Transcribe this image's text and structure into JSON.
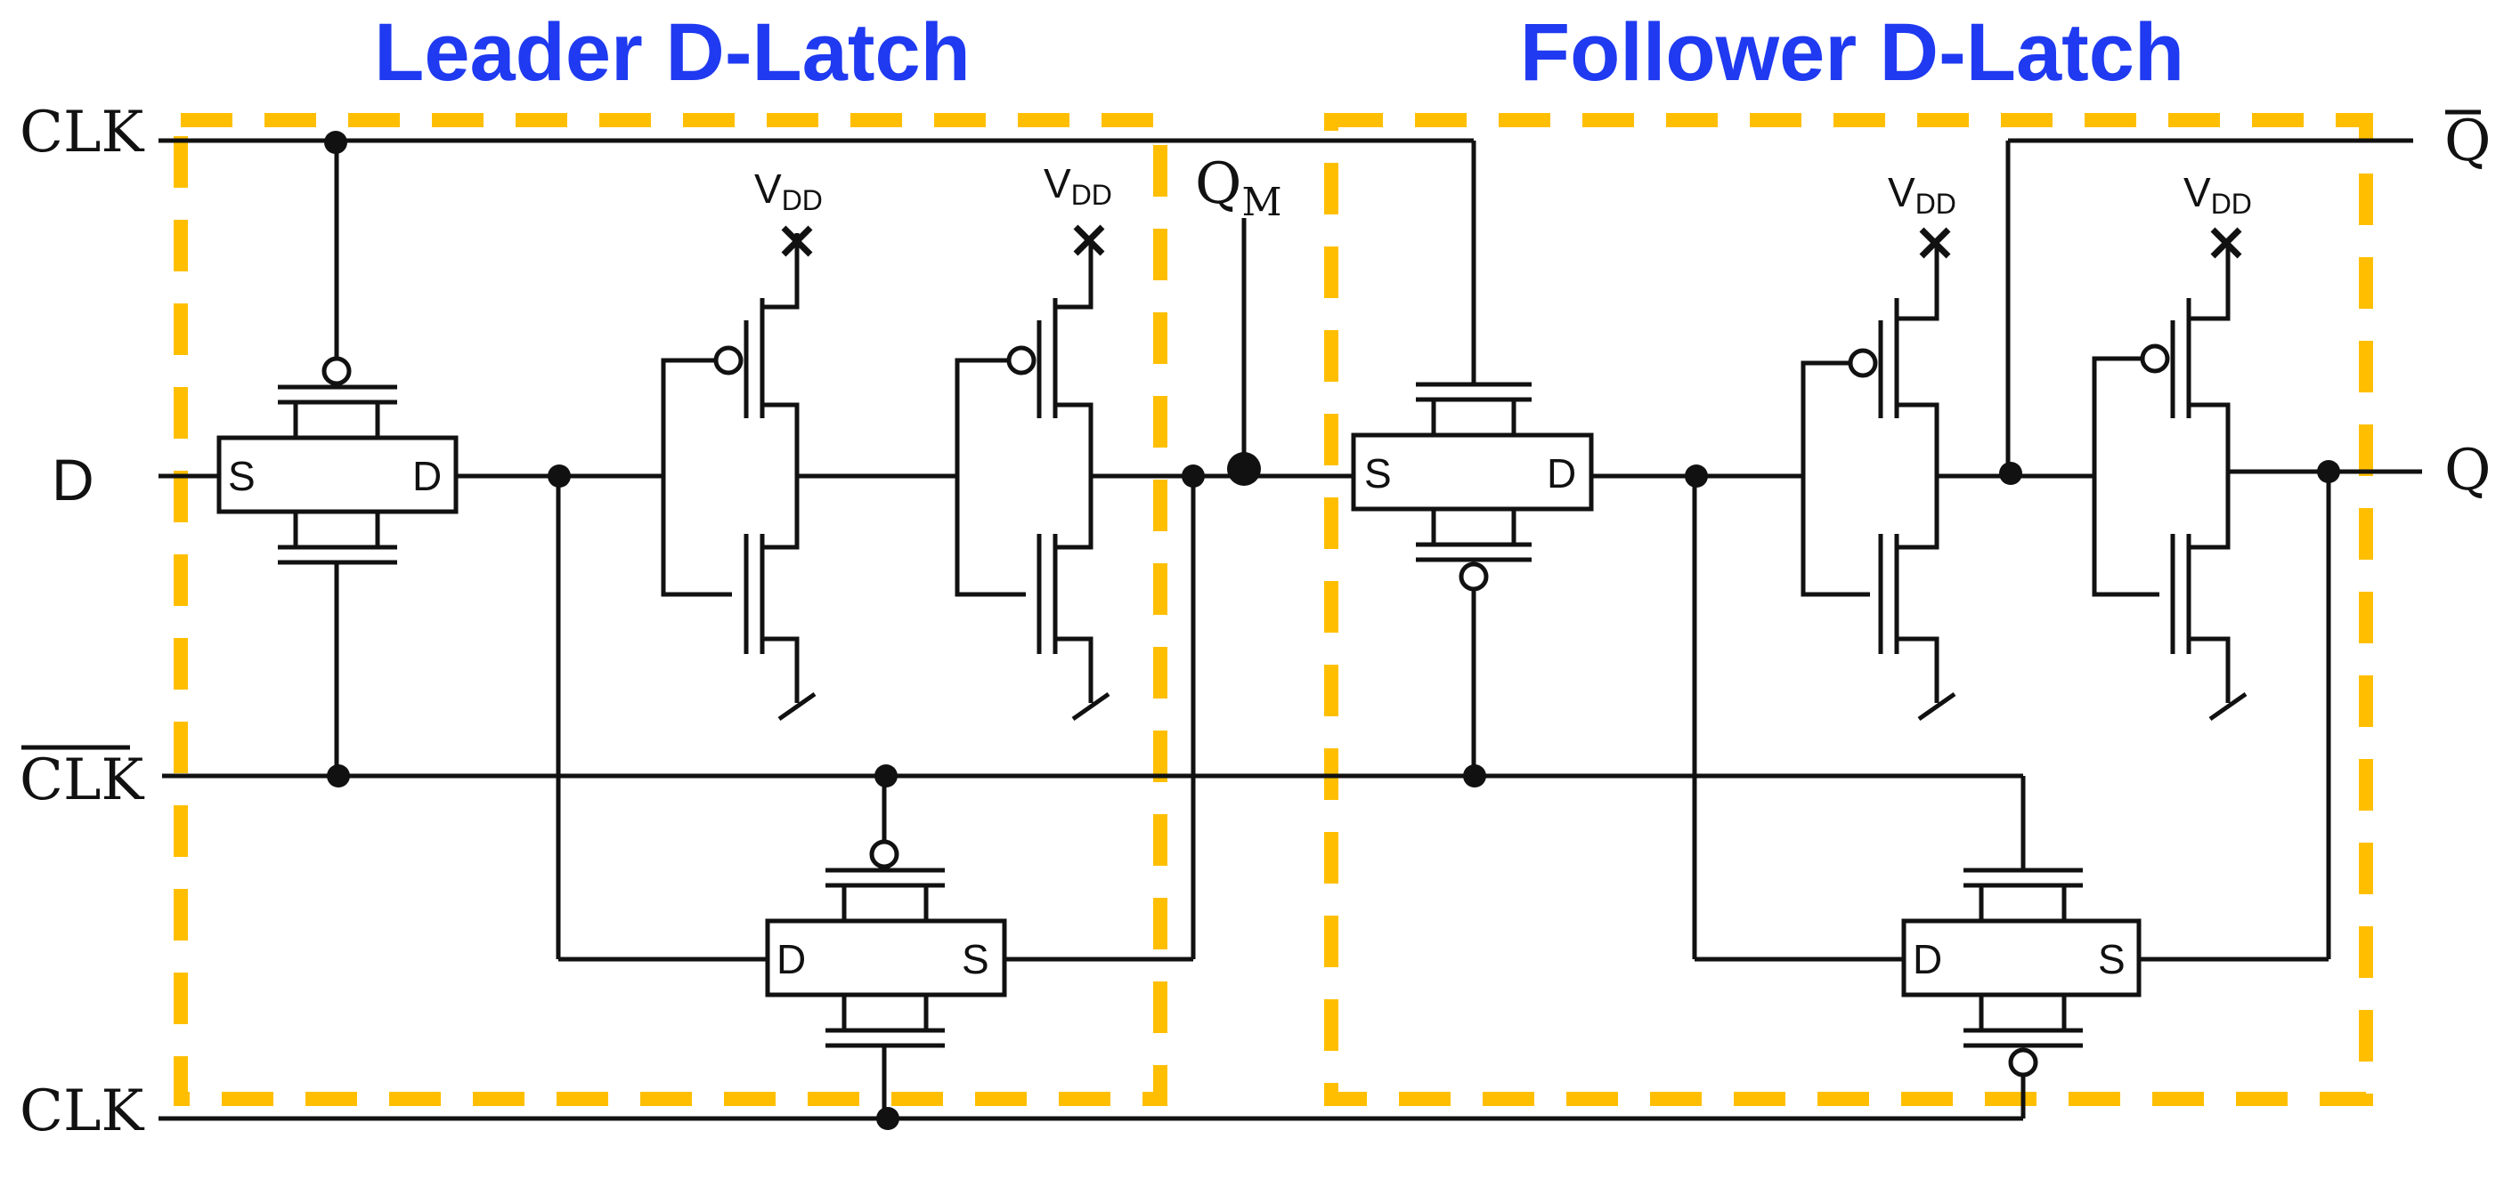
{
  "titles": {
    "leader": "Leader D-Latch",
    "follower": "Follower D-Latch"
  },
  "ports": {
    "clk_top": "CLK",
    "d_input": "D",
    "clk_bar": "CLK",
    "clk_bottom": "CLK",
    "q_output": "Q",
    "q_bar_output": "Q",
    "qm_main": "Q",
    "qm_sub": "M"
  },
  "terminals": {
    "source": "S",
    "drain": "D"
  },
  "supply": {
    "main": "V",
    "sub": "DD"
  },
  "colors": {
    "title": "#1F3AF0",
    "frame": "#FFBF00",
    "wire": "#111111"
  }
}
